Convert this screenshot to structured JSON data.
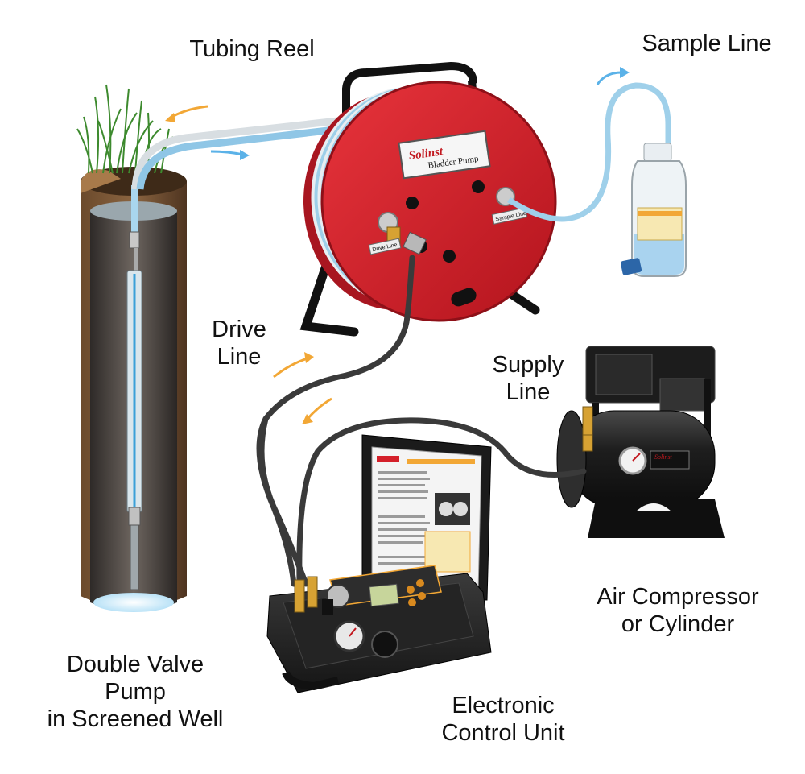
{
  "labels": {
    "tubing_reel": "Tubing Reel",
    "sample_line": "Sample Line",
    "drive_line": [
      "Drive",
      "Line"
    ],
    "supply_line": [
      "Supply",
      "Line"
    ],
    "air_compressor": [
      "Air Compressor",
      "or Cylinder"
    ],
    "electronic_control_unit": [
      "Electronic",
      "Control Unit"
    ],
    "pump": [
      "Double Valve",
      "Pump",
      "in Screened Well"
    ]
  },
  "reel_plate": {
    "brand": "Solinst",
    "product": "Bladder Pump"
  },
  "fitting_tags": {
    "drive": "Drive Line",
    "sample": "Sample Line"
  },
  "colors": {
    "reel_red": "#d4202a",
    "arrow_orange": "#f2a735",
    "arrow_blue": "#5bb2e8",
    "tube_blue": "#9fd0ea",
    "hose_dark": "#3a3a3a"
  },
  "icons": [
    "flow-arrow",
    "well-casing",
    "grass",
    "bottle",
    "gauge"
  ]
}
